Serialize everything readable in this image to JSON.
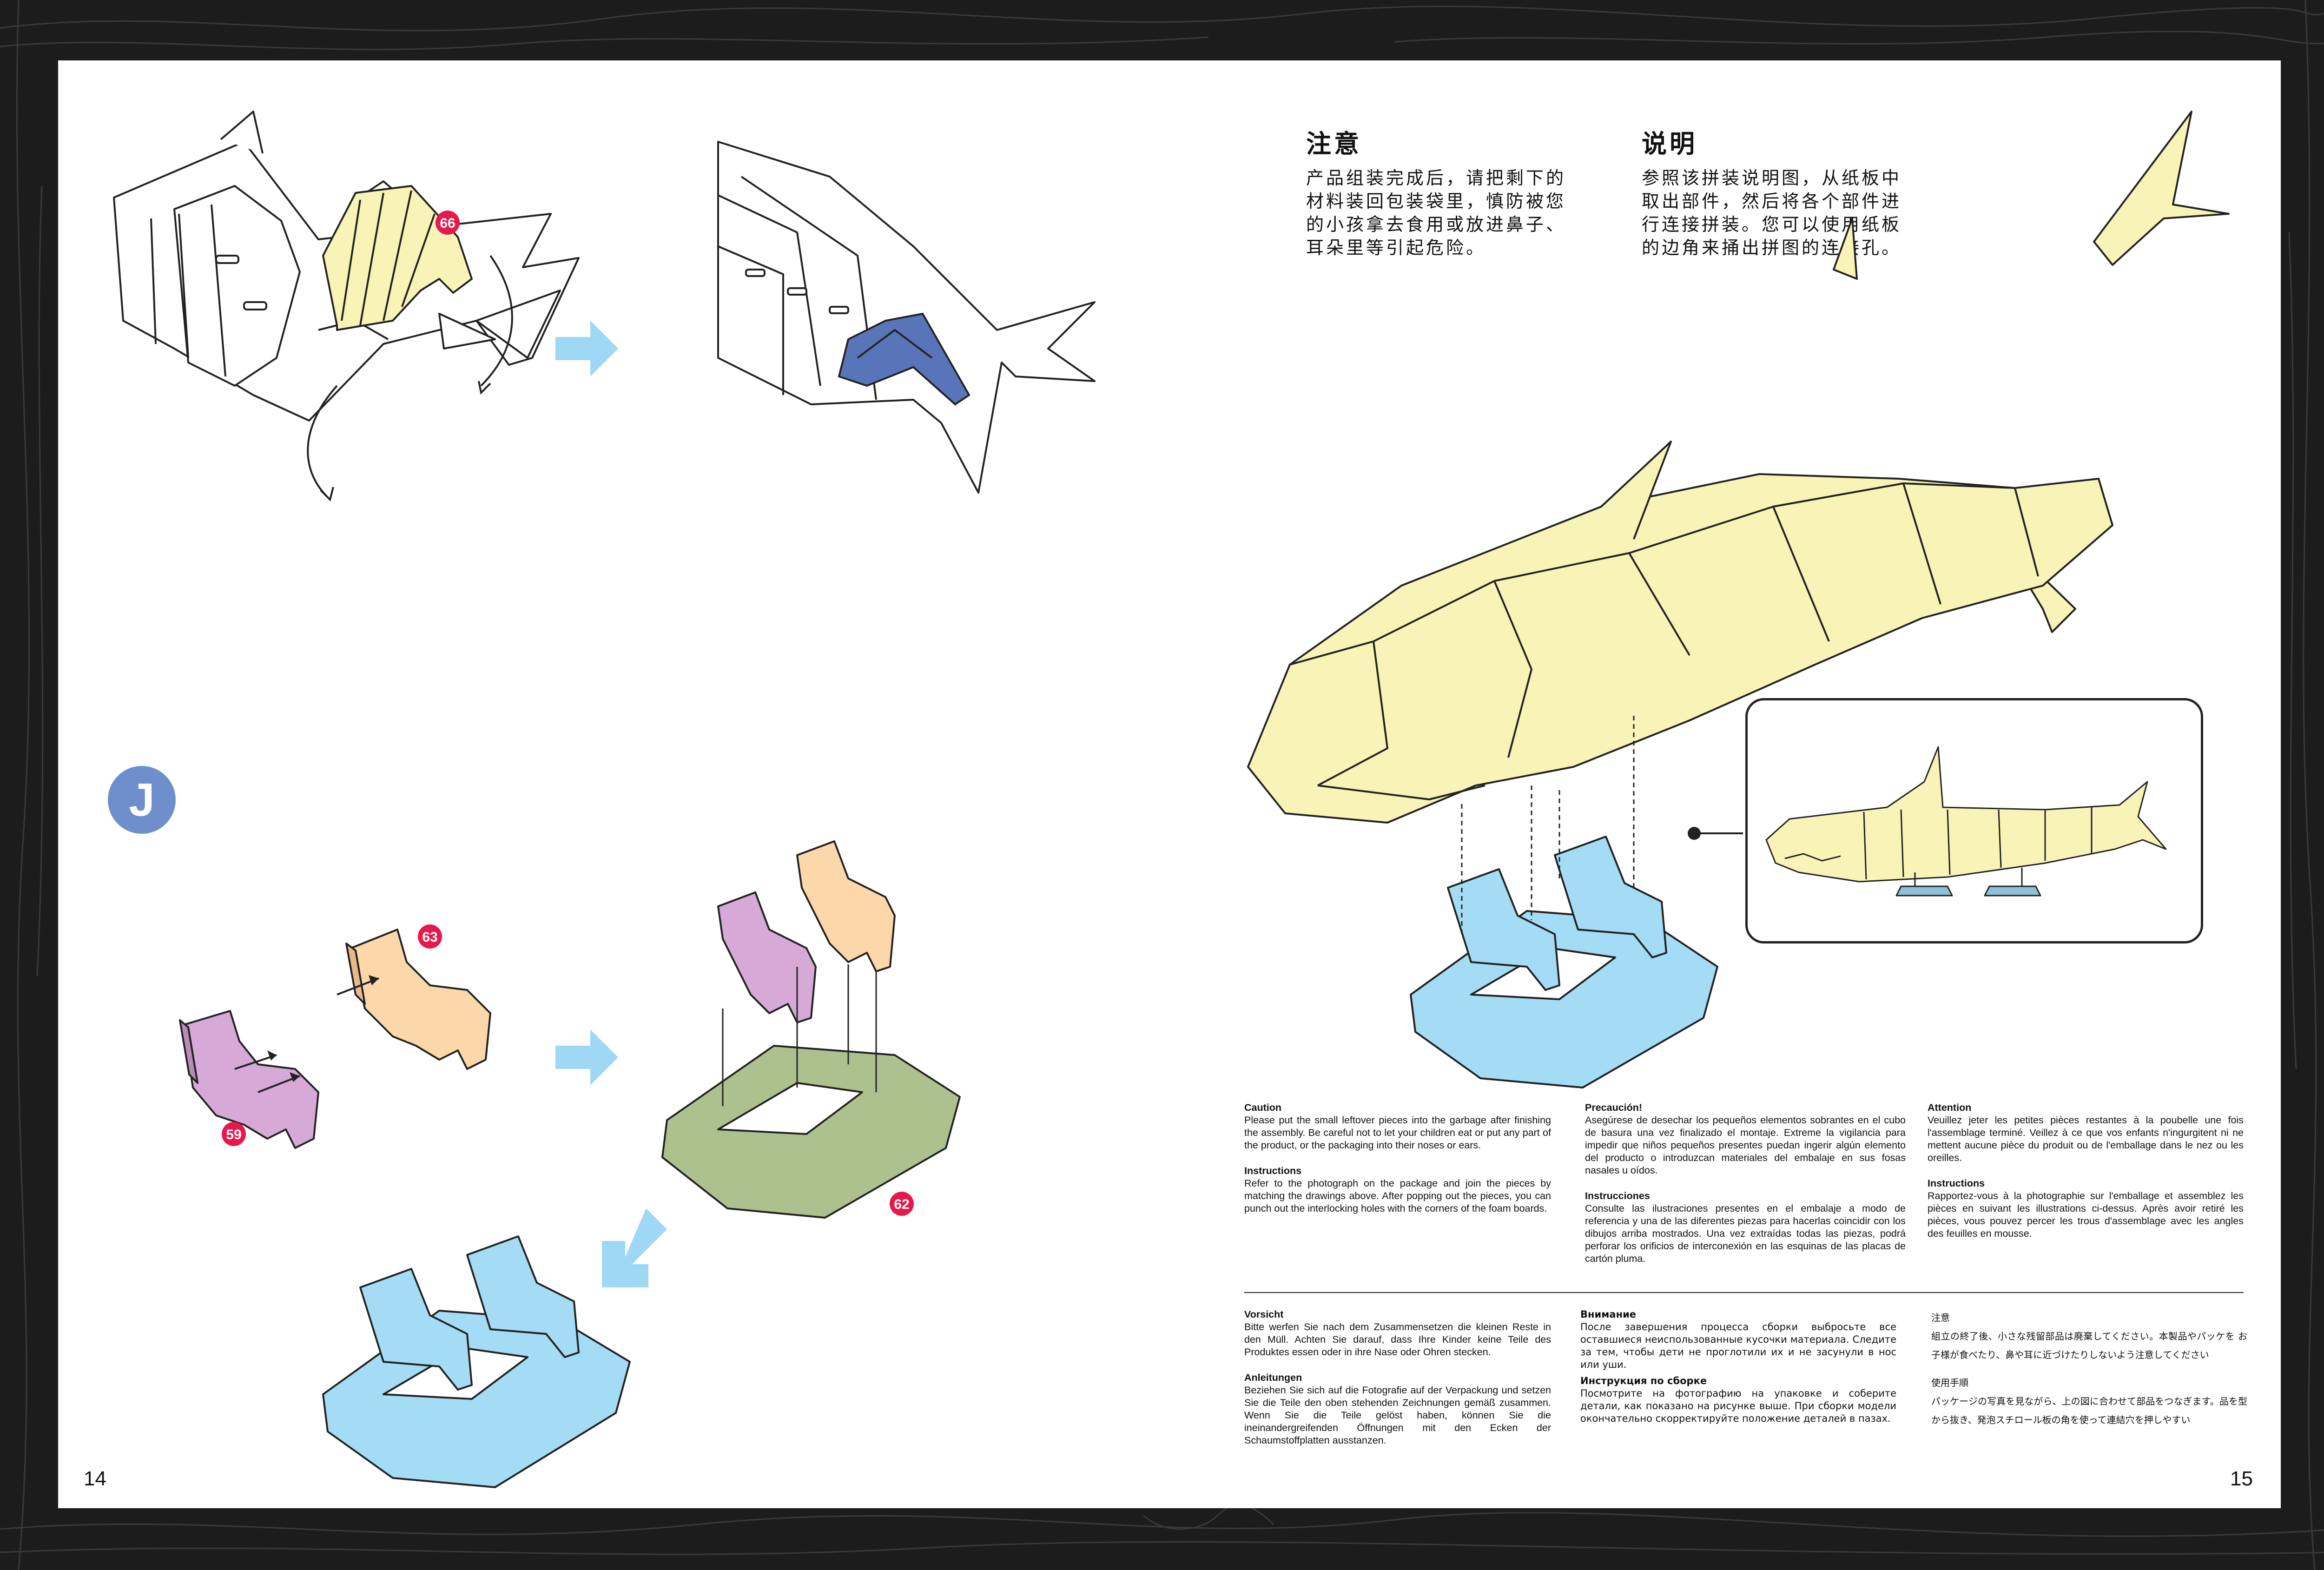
{
  "pages": {
    "left_number": "14",
    "right_number": "15"
  },
  "step_badge": "J",
  "part_labels": [
    "66",
    "63",
    "59",
    "62"
  ],
  "notice_zh": {
    "title": "注意",
    "body": "产品组装完成后，请把剩下的材料装回包装袋里，慎防被您的小孩拿去食用或放进鼻子、耳朵里等引起危险。"
  },
  "instructions_zh": {
    "title": "说明",
    "body": "参照该拼装说明图，从纸板中取出部件，然后将各个部件进行连接拼装。您可以使用纸板的边角来捅出拼图的连接孔。"
  },
  "colors": {
    "yellow": "#f8f3b6",
    "blue": "#a3dcf4",
    "orange": "#fbd7aa",
    "purple": "#d6a9d6",
    "green": "#adc18f",
    "navy": "#5775b8",
    "arrow": "#9fd8f4",
    "badge": "#6e8fcc",
    "red": "#e5194c"
  },
  "text_blocks": {
    "en": {
      "caution_title": "Caution",
      "caution_body": "Please put the small leftover pieces into the garbage after finishing the assembly. Be careful not to let your children eat or put any part of the product, or the packaging into their noses or ears.",
      "instructions_title": "Instructions",
      "instructions_body": "Refer to the photograph on the package and join the pieces by matching the drawings above. After popping out the pieces, you can punch out the interlocking holes with the corners of the foam boards."
    },
    "es": {
      "caution_title": "Precaución!",
      "caution_body": "Asegúrese de desechar los pequeños elementos sobrantes en el cubo de basura una vez finalizado el montaje. Extreme la vigilancia para impedir que niños pequeños presentes puedan ingerir algún elemento del producto o introduzcan materiales del embalaje en sus fosas nasales u oídos.",
      "instructions_title": "Instrucciones",
      "instructions_body": "Consulte las ilustraciones presentes en el embalaje a modo de referencia y una de las diferentes piezas para hacerlas coincidir con los dibujos arriba mostrados. Una vez extraídas todas las piezas, podrá perforar los orificios de interconexión en las esquinas de las placas de cartón pluma."
    },
    "fr": {
      "caution_title": "Attention",
      "caution_body": "Veuillez jeter les petites pièces restantes à la poubelle une fois l'assemblage terminé. Veillez à ce que vos enfants n'ingurgitent ni ne mettent aucune pièce du produit ou de l'emballage dans le nez ou les oreilles.",
      "instructions_title": "Instructions",
      "instructions_body": "Rapportez-vous à la photographie sur l'emballage et assemblez les pièces en suivant les illustrations ci-dessus. Après avoir retiré les pièces, vous pouvez percer les trous d'assemblage avec les angles des feuilles en mousse."
    },
    "de": {
      "caution_title": "Vorsicht",
      "caution_body": "Bitte werfen Sie nach dem Zusammensetzen die kleinen Reste in den Müll. Achten Sie darauf, dass Ihre Kinder keine Teile des Produktes essen oder in ihre Nase oder Ohren stecken.",
      "instructions_title": "Anleitungen",
      "instructions_body": "Beziehen Sie sich auf die Fotografie auf der Verpackung und setzen Sie die Teile den oben stehenden Zeichnungen gemäß zusammen. Wenn Sie die Teile gelöst haben, können Sie die ineinandergreifenden Öffnungen mit den Ecken der Schaumstoffplatten ausstanzen."
    },
    "ru": {
      "caution_title": "Внимание",
      "caution_body": "После завершения процесса сборки выбросьте все оставшиеся неиспользованные кусочки материала. Следите за тем, чтобы дети не проглотили их и не засунули в нос или уши.",
      "instructions_title": "Инструкция по сборке",
      "instructions_body": "Посмотрите на фотографию на упаковке и соберите детали, как показано на рисунке выше. При сборки модели окончательно скорректируйте положение деталей в пазах."
    },
    "ja": {
      "caution_title": "注意",
      "caution_body": "組立の終了後、小さな残留部品は廃棄してください。本製品やパッケを お子様が食べたり、鼻や耳に近づけたりしないよう注意してください",
      "instructions_title": "使用手順",
      "instructions_body": "パッケージの写真を見ながら、上の図に合わせて部品をつなぎます。品を型から抜き、発泡スチロール板の角を使って連結穴を押しやすい"
    }
  }
}
